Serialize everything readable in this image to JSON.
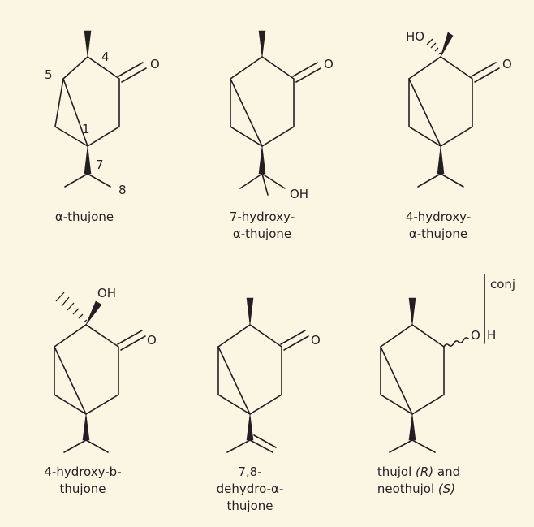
{
  "background": "#fbf6e4",
  "ink": "#231f20",
  "molecules": [
    {
      "name": "alpha-thujone",
      "caption": [
        "α-thujone"
      ],
      "atoms": {
        "carbonyl_o": "O"
      },
      "numbers": {
        "n4": "4",
        "n5": "5",
        "n1": "1",
        "n7": "7",
        "n8": "8"
      }
    },
    {
      "name": "7-hydroxy-alpha-thujone",
      "caption": [
        "7-hydroxy-",
        "α-thujone"
      ],
      "atoms": {
        "carbonyl_o": "O",
        "hydroxyl": "OH"
      }
    },
    {
      "name": "4-hydroxy-alpha-thujone",
      "caption": [
        "4-hydroxy-",
        "α-thujone"
      ],
      "atoms": {
        "carbonyl_o": "O",
        "hydroxyl": "HO"
      }
    },
    {
      "name": "4-hydroxy-beta-thujone",
      "caption": [
        "4-hydroxy-b-",
        "thujone"
      ],
      "atoms": {
        "carbonyl_o": "O",
        "hydroxyl": "OH"
      }
    },
    {
      "name": "7-8-dehydro-alpha-thujone",
      "caption": [
        "7,8-",
        "dehydro-α-",
        "thujone"
      ],
      "atoms": {
        "carbonyl_o": "O"
      }
    },
    {
      "name": "thujol-neothujol",
      "caption_line1": {
        "text1": "thujol ",
        "italic1": "(R)",
        "text2": " and"
      },
      "caption_line2": {
        "text1": "neothujol ",
        "italic1": "(S)"
      },
      "atoms": {
        "oxygen": "O",
        "hydrogen": "H",
        "conjugate": "conj"
      }
    }
  ]
}
